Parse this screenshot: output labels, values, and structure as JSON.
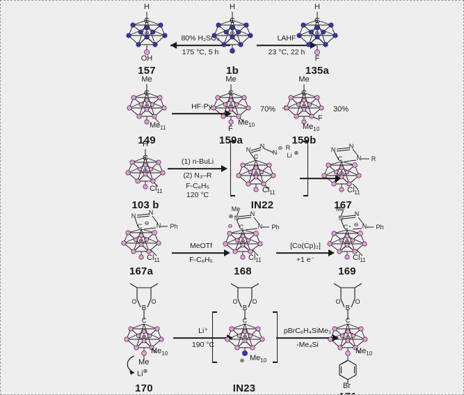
{
  "figure": {
    "background_color": "#eeeeee",
    "border_style": "dashed-gray",
    "cluster_types": {
      "boron_blue": "#3333cc",
      "boron_pink": "#ee99dd",
      "bond_black": "#1a1a1a"
    }
  },
  "rows": [
    {
      "id": "row1",
      "compounds": [
        {
          "label": "157",
          "top_substituent": "H",
          "apex_atom": "C",
          "bottom_substituent": "OH",
          "cage_color": "blue",
          "charge": "minus"
        },
        {
          "label": "1b",
          "top_substituent": "H",
          "apex_atom": "C",
          "bottom_substituent": "",
          "cage_color": "blue",
          "charge": "minus"
        },
        {
          "label": "135a",
          "top_substituent": "H",
          "apex_atom": "C",
          "bottom_substituent": "F",
          "cage_color": "blue",
          "charge": "minus"
        }
      ],
      "arrows": [
        {
          "direction": "left",
          "above": "80% H2SO4",
          "above_html": "80% H<sub>2</sub>SO<sub>4</sub>",
          "below": "175 °C, 5 h"
        },
        {
          "direction": "right",
          "above": "LAHF",
          "below": "23 °C, 22 h"
        }
      ]
    },
    {
      "id": "row2",
      "compounds": [
        {
          "label": "149",
          "top_substituent": "Me",
          "apex_atom": "C",
          "bottom_substituent": "Me11",
          "cage_color": "pink",
          "charge": "minus"
        },
        {
          "label": "159a",
          "top_substituent": "Me",
          "apex_atom": "C",
          "bottom_substituent": "Me10",
          "extra_substituent": "F",
          "yield": "70%",
          "cage_color": "pink",
          "charge": "minus"
        },
        {
          "label": "159b",
          "top_substituent": "Me",
          "apex_atom": "C",
          "bottom_substituent": "Me10",
          "extra_substituent": "F",
          "yield": "30%",
          "cage_color": "pink",
          "charge": "minus"
        }
      ],
      "arrows": [
        {
          "direction": "right",
          "above": "HF·Py",
          "below": ""
        }
      ],
      "plus": "+"
    },
    {
      "id": "row3",
      "compounds": [
        {
          "label": "103 b",
          "top_substituent": "H",
          "apex_atom": "C",
          "bottom_substituent": "Cl11",
          "cage_color": "pink",
          "charge": "minus"
        },
        {
          "label": "IN22",
          "top_substituent": "",
          "apex_atom": "C",
          "bottom_substituent": "Cl11",
          "cage_color": "pink",
          "charge": "minus",
          "bracketed": true,
          "adduct": "N=N-N(⊖)-R  Li⊕"
        },
        {
          "label": "167",
          "top_substituent": "",
          "apex_atom": "C",
          "bottom_substituent": "Cl11",
          "cage_color": "pink",
          "charge": "minus",
          "ring": "tetrazole",
          "ring_substituent": "N-R"
        }
      ],
      "arrows": [
        {
          "direction": "right",
          "above": "(1) n-BuLi",
          "below": "(2) N3-R",
          "below2": "F-C6H5",
          "below3": "120 °C"
        },
        {
          "direction": "right",
          "above": "",
          "below": ""
        }
      ]
    },
    {
      "id": "row4",
      "compounds": [
        {
          "label": "167a",
          "apex_atom": "C",
          "bottom_substituent": "Cl11",
          "cage_color": "pink",
          "charge": "minus",
          "ring": "triazole",
          "ring_substituent": "N-Ph",
          "ring_charge": "⊖"
        },
        {
          "label": "168",
          "apex_atom": "C",
          "bottom_substituent": "Cl11",
          "cage_color": "pink",
          "charge": "minus",
          "ring": "triazolium",
          "ring_substituent": "N-Ph",
          "top_substituent": "Me",
          "ring_charge": "⊕"
        },
        {
          "label": "169",
          "apex_atom": "C",
          "bottom_substituent": "Cl11",
          "cage_color": "pink",
          "charge": "minus",
          "ring": "triazole-radical",
          "ring_substituent": "N-Ph",
          "top_substituent": "Me",
          "ring_charge": "⊖"
        }
      ],
      "arrows": [
        {
          "direction": "right",
          "above": "MeOTf",
          "below": "F-C6H5"
        },
        {
          "direction": "right",
          "above": "[Co(Cp)2]",
          "below": "+1 e-"
        }
      ]
    },
    {
      "id": "row5",
      "compounds": [
        {
          "label": "170",
          "apex_atom": "C",
          "top_group": "Bpin",
          "bottom_substituent": "Me10",
          "extra_substituent": "Me",
          "cage_color": "pink",
          "charge": "minus",
          "curved_arrow_label": "Li⊕"
        },
        {
          "label": "IN23",
          "apex_atom": "C",
          "top_group": "Bpin",
          "bottom_substituent": "Me10",
          "cage_color": "pink",
          "charge": "minus",
          "bracketed": true,
          "boron_charge": "⊕"
        },
        {
          "label": "171",
          "apex_atom": "C",
          "top_group": "Bpin",
          "bottom_substituent": "Me10",
          "aryl": "Br",
          "cage_color": "pink",
          "charge": "minus"
        }
      ],
      "arrows": [
        {
          "direction": "right",
          "above": "Li+",
          "below": "190 °C"
        },
        {
          "direction": "right",
          "above": "pBrC6H4SiMe3",
          "below": "-Me4Si"
        }
      ]
    }
  ],
  "text": {
    "h": "H",
    "c": "C",
    "oh": "OH",
    "f": "F",
    "me": "Me",
    "ph": "Ph",
    "r": "R",
    "br": "Br",
    "li_cation": "Li",
    "b": "B",
    "o": "O",
    "n": "N",
    "minus_circle": "⊖",
    "plus_circle": "⊕",
    "plus": "+",
    "me11": "Me",
    "me11_sub": "11",
    "me10": "Me",
    "me10_sub": "10",
    "cl11": "Cl",
    "cl11_sub": "11",
    "yield70": "70%",
    "yield30": "30%"
  },
  "labels": {
    "c157": "157",
    "c1b": "1b",
    "c135a": "135a",
    "c149": "149",
    "c159a": "159a",
    "c159b": "159b",
    "c103b": "103 b",
    "cIN22": "IN22",
    "c167": "167",
    "c167a": "167a",
    "c168": "168",
    "c169": "169",
    "c170": "170",
    "cIN23": "IN23",
    "c171": "171"
  },
  "conditions": {
    "r1a_above": "80% H₂SO₄",
    "r1a_below": "175 °C, 5 h",
    "r1b_above": "LAHF",
    "r1b_below": "23 °C, 22 h",
    "r2_above": "HF·Py",
    "r3_l1": "(1) n-BuLi",
    "r3_l2": "(2) N₃–R",
    "r3_l3": "F-C₆H₅",
    "r3_l4": "120 °C",
    "r4a_above": "MeOTf",
    "r4a_below": "F-C₆H₅",
    "r4b_above": "[Co(Cp)₂]",
    "r4b_below": "+1 e⁻",
    "r5a_above": "Li⁺",
    "r5a_below": "190 °C",
    "r5b_above": "pBrC₆H₄SiMe₃",
    "r5b_below": "-Me₄Si"
  }
}
